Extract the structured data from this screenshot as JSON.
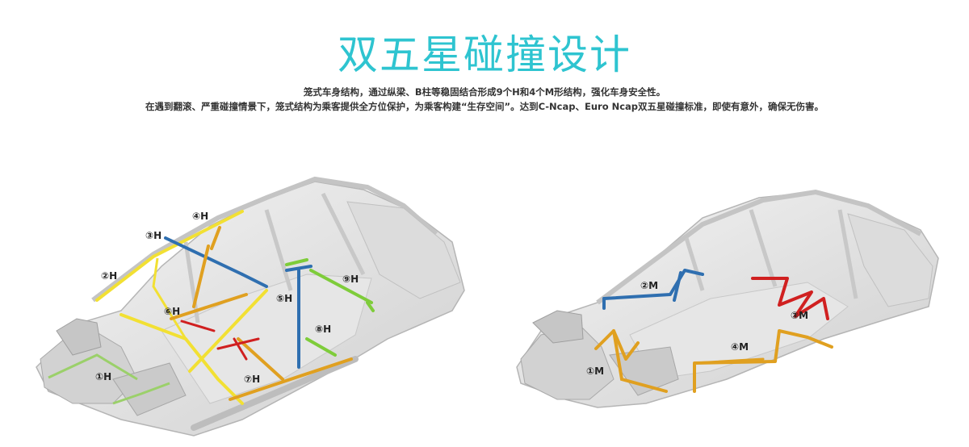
{
  "title": "双五星碰撞设计",
  "subtitle_line1": "笼式车身结构，通过纵梁、B柱等稳固结合形成9个H和4个M形结构，强化车身安全性。",
  "subtitle_line2": "在遇到翻滚、严重碰撞情景下，笼式结构为乘客提供全方位保护，为乘客构建“生存空间”。达到C-Ncap、Euro Ncap双五星碰撞标准，即使有意外，确保无伤害。",
  "left_labels": [
    "①H",
    "②H",
    "③H",
    "④H",
    "⑤H",
    "⑥H",
    "⑦H",
    "⑧H",
    "⑨H"
  ],
  "right_labels": [
    "①M",
    "②M",
    "③M",
    "④M"
  ],
  "colors": {
    "accent": "#2ec4d0",
    "yellow": "#f2e033",
    "blue": "#2f6fb0",
    "orange": "#e0a020",
    "green": "#7ecc3a",
    "red": "#d02020"
  }
}
